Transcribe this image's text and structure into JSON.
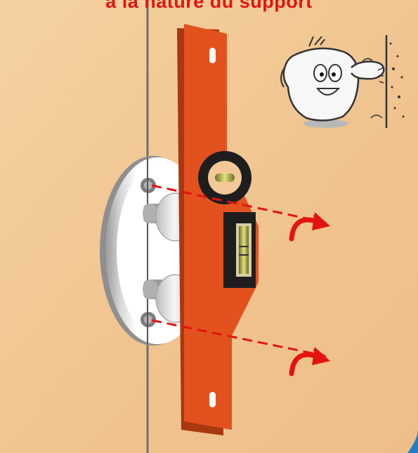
{
  "title": "à la nature du support",
  "colors": {
    "wall": "#f2c896",
    "level_body": "#e3521e",
    "arrow": "#e3140e",
    "title": "#e3140e",
    "corner_accent": "#1f7fc6"
  },
  "icons": [
    "wall-panel",
    "spirit-level",
    "plate-mount",
    "knob",
    "screw",
    "drill-arrow",
    "rotation-arrow",
    "cartoon-character",
    "wall-dust"
  ]
}
